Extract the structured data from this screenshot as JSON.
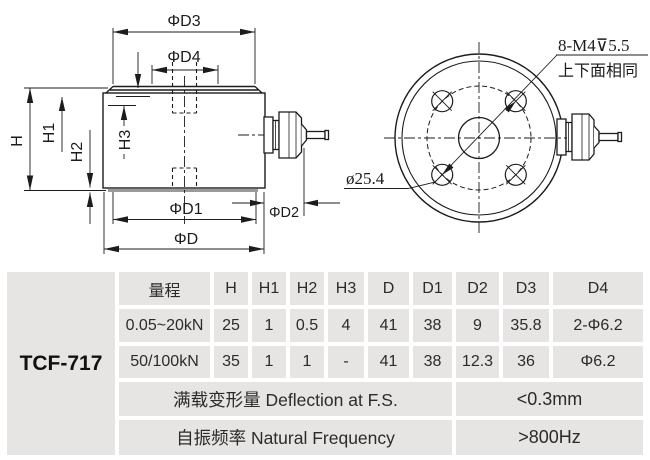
{
  "drawing": {
    "side_view": {
      "labels": {
        "d3": "ΦD3",
        "d4": "ΦD4",
        "h": "H",
        "h1": "H1",
        "h2": "H2",
        "h3": "H3",
        "d1": "ΦD1",
        "d2": "ΦD2",
        "d": "ΦD"
      }
    },
    "front_view": {
      "thread_note": "8-M4⊽5.5",
      "faces_note": "上下面相同",
      "bolt_circle_dia": "ø25.4"
    }
  },
  "table": {
    "model": "TCF-717",
    "header": [
      "量程",
      "H",
      "H1",
      "H2",
      "H3",
      "D",
      "D1",
      "D2",
      "D3",
      "D4"
    ],
    "rows": [
      [
        "0.05~20kN",
        "25",
        "1",
        "0.5",
        "4",
        "41",
        "38",
        "9",
        "35.8",
        "2-Φ6.2"
      ],
      [
        "50/100kN",
        "35",
        "1",
        "1",
        "-",
        "41",
        "38",
        "12.3",
        "36",
        "Φ6.2"
      ]
    ],
    "deflection_label": "满载变形量 Deflection at F.S.",
    "deflection_value": "<0.3mm",
    "frequency_label": "自振频率 Natural Frequency",
    "frequency_value": ">800Hz"
  },
  "colors": {
    "cell_bg": "#e6e5e3",
    "line": "#1c1c1c",
    "plate_grey": "#9a9a9a"
  }
}
